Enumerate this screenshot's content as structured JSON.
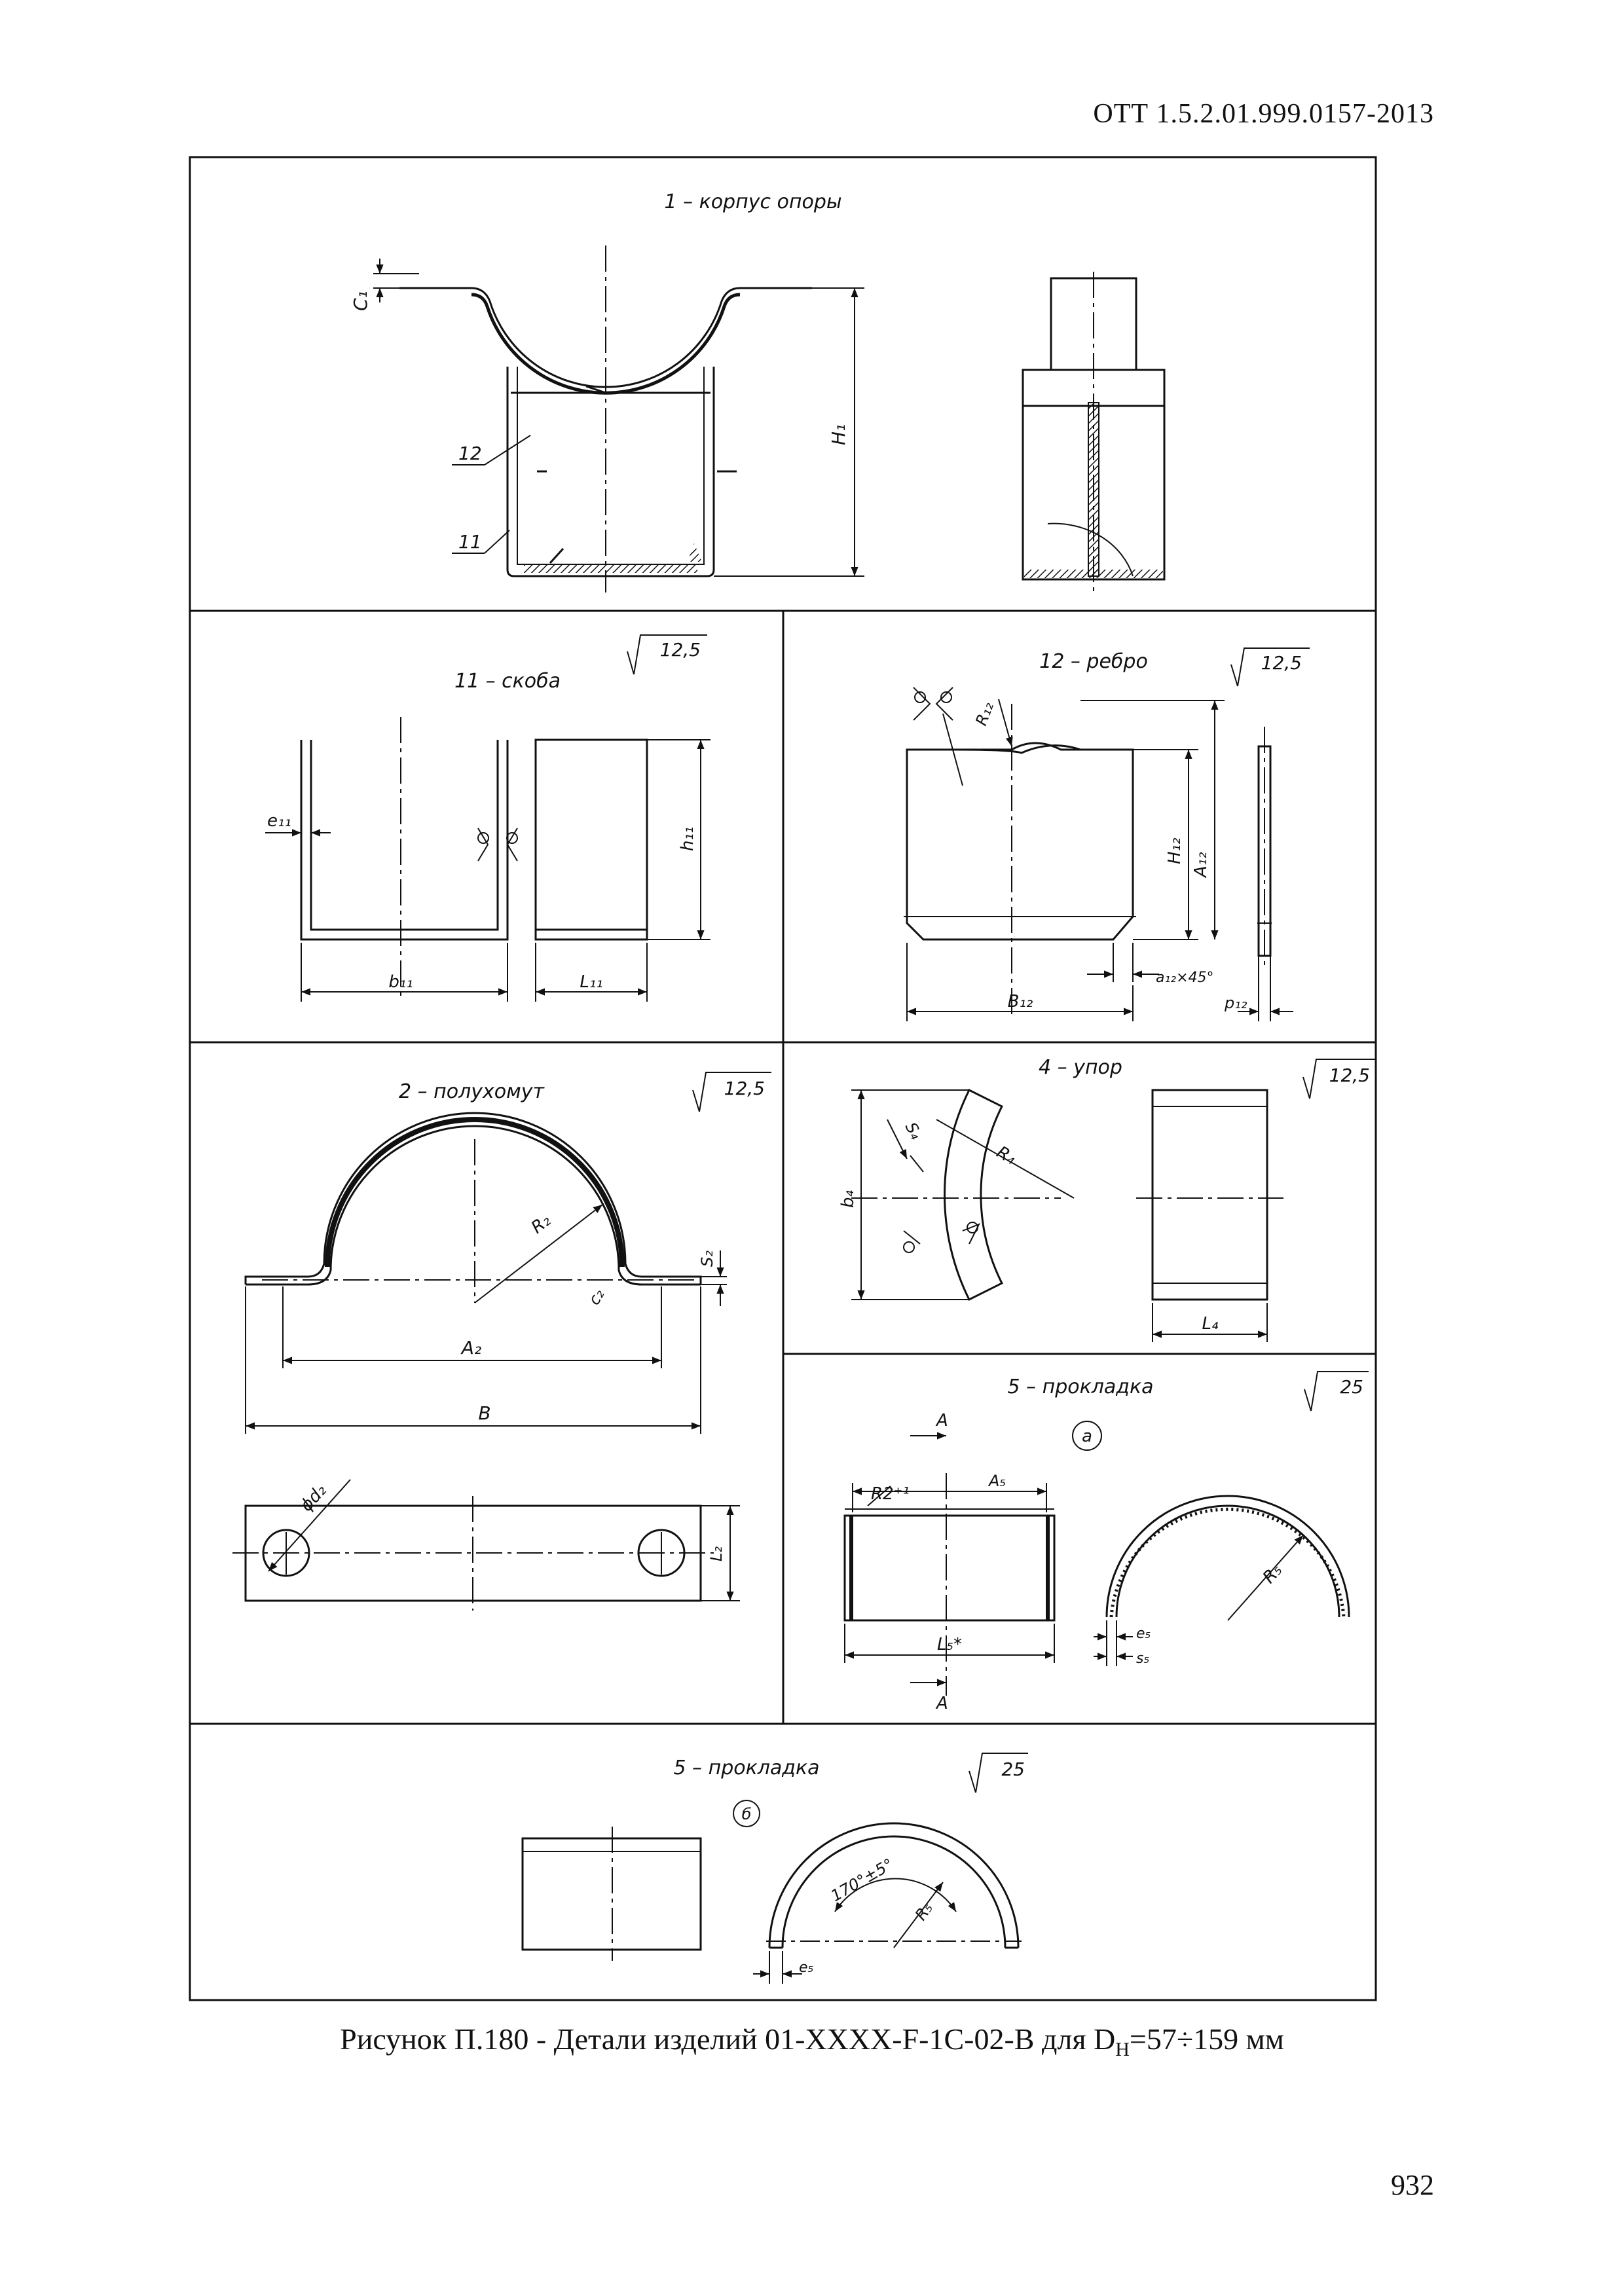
{
  "header": {
    "code": "ОТТ 1.5.2.01.999.0157-2013"
  },
  "caption": {
    "prefix": "Рисунок П.180 - Детали изделий 01-XXXX-F-1C-02-B для D",
    "sub": "H",
    "suffix": "=57÷159 мм"
  },
  "page_number": "932",
  "panels": {
    "p1": {
      "title": "1 – корпус опоры",
      "dims": {
        "c1": "C₁",
        "h1": "H₁",
        "n12": "12",
        "n11": "11"
      }
    },
    "p11": {
      "title": "11 – скоба",
      "roughness": "12,5",
      "dims": {
        "e": "e₁₁",
        "h": "h₁₁",
        "b": "b₁₁",
        "l": "L₁₁"
      }
    },
    "p12": {
      "title": "12 – ребро",
      "roughness": "12,5",
      "dims": {
        "r": "R₁₂",
        "h": "H₁₂",
        "a": "A₁₂",
        "ch": "a₁₂×45°",
        "b": "B₁₂",
        "p": "p₁₂"
      }
    },
    "p2": {
      "title": "2 – полухомут",
      "roughness": "12,5",
      "dims": {
        "r": "R₂",
        "s": "S₂",
        "c": "c₂",
        "a": "A₂",
        "b": "B",
        "d": "ϕd₂",
        "l": "L₂"
      }
    },
    "p4": {
      "title": "4 – упор",
      "roughness": "12,5",
      "dims": {
        "s": "S₄",
        "r": "R₄",
        "b": "b₄",
        "l": "L₄"
      }
    },
    "p5a": {
      "title": "5 – прокладка",
      "roughness": "25",
      "variant": "а",
      "dims": {
        "sec": "A",
        "r2": "R2⁺¹",
        "a": "A₅",
        "l": "L₅*",
        "r": "R₅",
        "e": "e₅",
        "s": "s₅"
      }
    },
    "p5b": {
      "title": "5 – прокладка",
      "roughness": "25",
      "variant": "б",
      "dims": {
        "ang": "170°±5°",
        "r": "R₅",
        "e": "e₅"
      }
    }
  }
}
